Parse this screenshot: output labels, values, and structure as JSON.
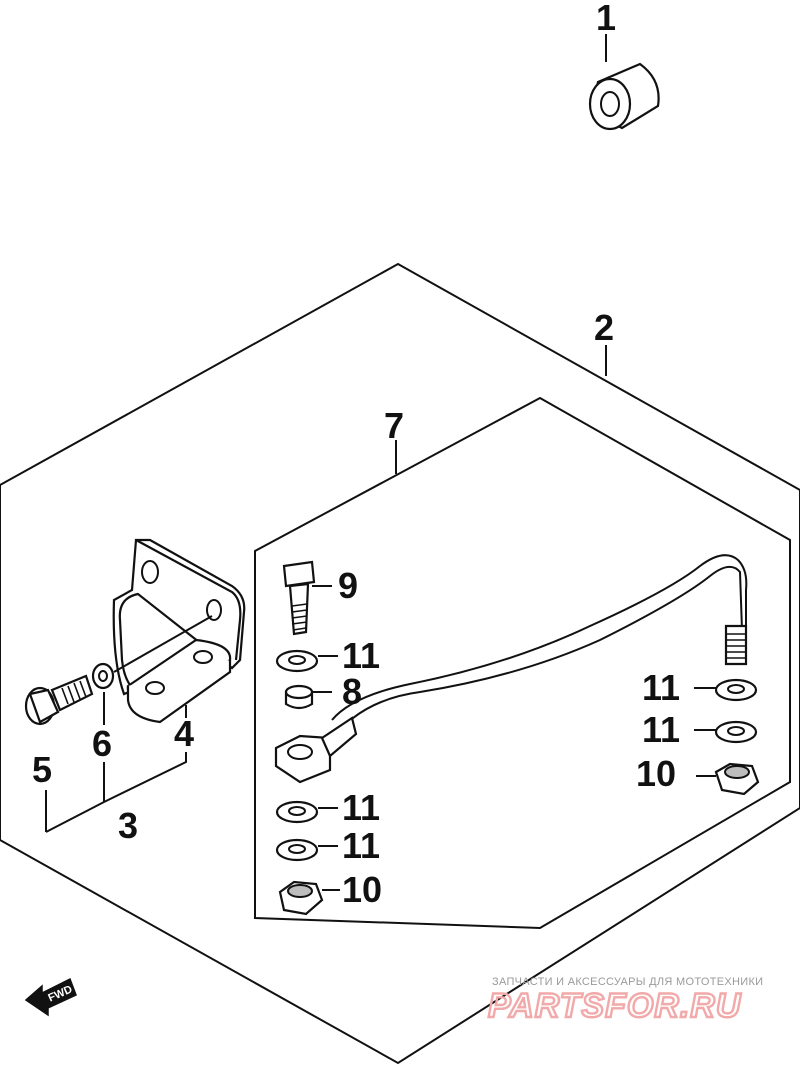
{
  "callouts": {
    "c1": "1",
    "c2": "2",
    "c3": "3",
    "c4": "4",
    "c5": "5",
    "c6": "6",
    "c7": "7",
    "c8": "8",
    "c9": "9",
    "c10a": "10",
    "c10b": "10",
    "c11a": "11",
    "c11b": "11",
    "c11c": "11",
    "c11d": "11",
    "c11e": "11"
  },
  "fwd_marker": {
    "label": "FWD",
    "icon": "arrow-left-icon"
  },
  "watermark": {
    "tagline": "ЗАПЧАСТИ И АКСЕССУАРЫ ДЛЯ МОТОТЕХНИКИ",
    "brand": "PARTSFOR.RU",
    "color": "#f2a9a9"
  }
}
